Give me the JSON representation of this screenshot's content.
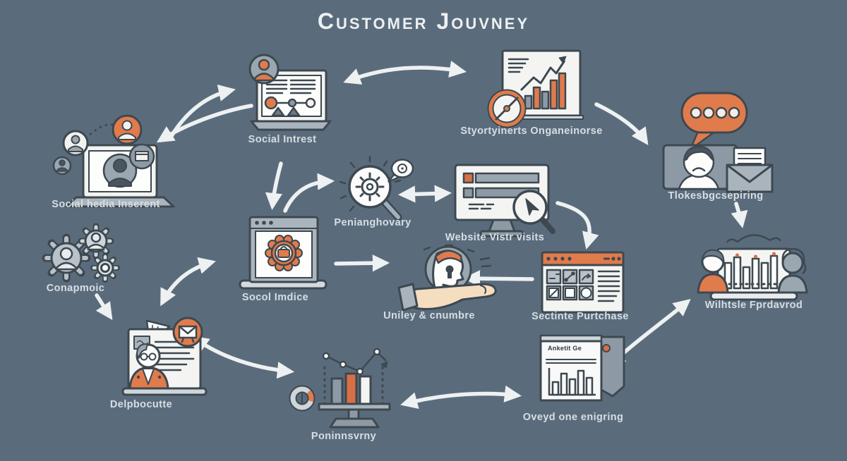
{
  "title": "Customer Jouvney",
  "colors": {
    "background": "#5a6c7c",
    "accent_orange": "#e07b4c",
    "outline_dark": "#3d4850",
    "icon_light": "#f2f3f1",
    "arrow_white": "#f3f6f5",
    "label_text": "#d7dee3"
  },
  "nodes": [
    {
      "id": "social-media",
      "icon": "social-media-laptop-icon",
      "label": "Social hedia Inserent"
    },
    {
      "id": "social-intrest",
      "icon": "profile-timeline-laptop-icon",
      "label": "Social Intrest"
    },
    {
      "id": "analytics-board",
      "icon": "bar-chart-board-compass-icon",
      "label": "Styortyinerts Onganeinorse"
    },
    {
      "id": "messaging",
      "icon": "person-chat-envelope-icon",
      "label": "Tlokesbgcsepiring"
    },
    {
      "id": "gears",
      "icon": "people-gears-icon",
      "label": "Conapmoic"
    },
    {
      "id": "social-badge",
      "icon": "browser-badge-icon",
      "label": "Socol Imdice"
    },
    {
      "id": "search",
      "icon": "magnifier-gear-icon",
      "label": "Penianghovary"
    },
    {
      "id": "website-visits",
      "icon": "monitor-cursor-magnifier-icon",
      "label": "Website Vistr visits"
    },
    {
      "id": "care",
      "icon": "hand-holding-head-icon",
      "label": "Uniley & cnumbre"
    },
    {
      "id": "purchase",
      "icon": "orange-browser-tiles-icon",
      "label": "Sectinte Purtchase"
    },
    {
      "id": "team-analytics",
      "icon": "two-people-laptop-chart-icon",
      "label": "Wilhtsle Fprdavrod"
    },
    {
      "id": "support-doc",
      "icon": "person-document-mail-icon",
      "label": "Delpbocutte"
    },
    {
      "id": "presentation",
      "icon": "podium-bars-donut-icon",
      "label": "Poninnsvrny"
    },
    {
      "id": "report",
      "icon": "analytics-report-icon",
      "label": "Oveyd one enigring",
      "doc_header": "Anketit Ge"
    }
  ],
  "connections": [
    {
      "from": "social-media",
      "to": "social-intrest",
      "double": false
    },
    {
      "from": "social-intrest",
      "to": "social-media",
      "double": false
    },
    {
      "from": "social-intrest",
      "to": "analytics-board",
      "double": true
    },
    {
      "from": "analytics-board",
      "to": "messaging",
      "double": false
    },
    {
      "from": "messaging",
      "to": "team-analytics",
      "double": false
    },
    {
      "from": "social-intrest",
      "to": "social-badge",
      "double": false
    },
    {
      "from": "social-badge",
      "to": "search",
      "double": false
    },
    {
      "from": "search",
      "to": "website-visits",
      "double": true
    },
    {
      "from": "website-visits",
      "to": "purchase",
      "double": false
    },
    {
      "from": "social-badge",
      "to": "care",
      "double": false
    },
    {
      "from": "purchase",
      "to": "care",
      "double": false
    },
    {
      "from": "social-badge",
      "to": "support-doc",
      "double": true
    },
    {
      "from": "gears",
      "to": "support-doc",
      "double": false
    },
    {
      "from": "support-doc",
      "to": "presentation",
      "double": true
    },
    {
      "from": "presentation",
      "to": "report",
      "double": true
    },
    {
      "from": "report",
      "to": "team-analytics",
      "double": true
    }
  ]
}
